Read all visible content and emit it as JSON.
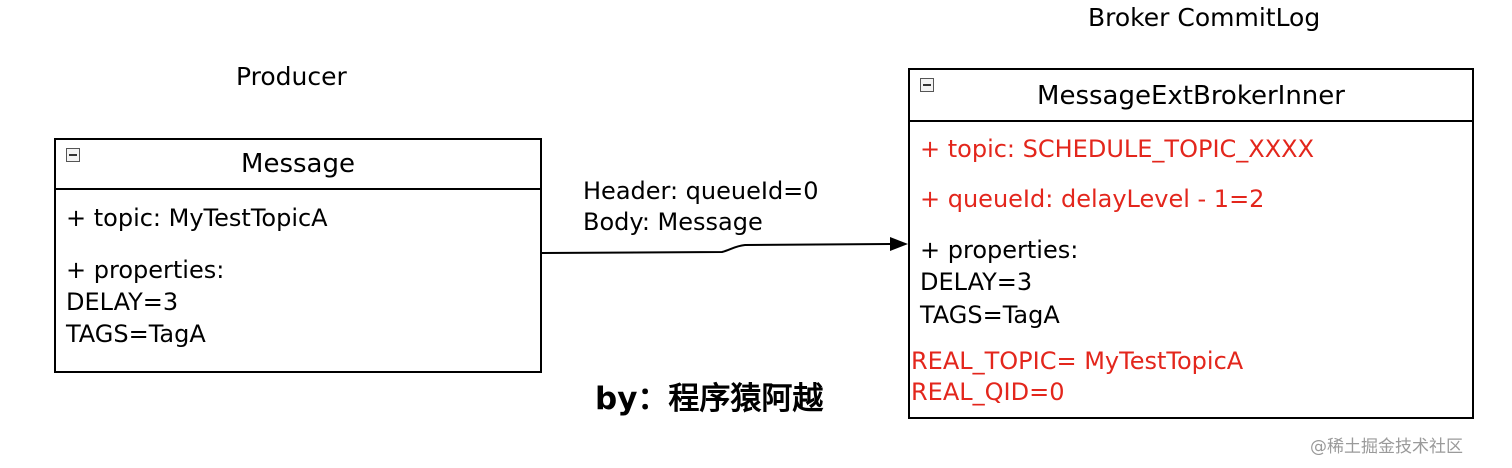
{
  "producer": {
    "title": "Producer",
    "class_name": "Message",
    "attributes": {
      "topic": "+ topic: MyTestTopicA",
      "properties_label": "+ properties:",
      "delay": "DELAY=3",
      "tags": "TAGS=TagA"
    }
  },
  "broker": {
    "title": "Broker CommitLog",
    "class_name": "MessageExtBrokerInner",
    "attributes": {
      "topic": "+ topic: SCHEDULE_TOPIC_XXXX",
      "queue_id": "+ queueId: delayLevel - 1=2",
      "properties_label": "+ properties:",
      "delay": "DELAY=3",
      "tags": "TAGS=TagA",
      "real_topic": "REAL_TOPIC= MyTestTopicA",
      "real_qid": "REAL_QID=0"
    }
  },
  "edge": {
    "header": "Header: queueId=0",
    "body": "Body: Message"
  },
  "author": "by：程序猿阿越",
  "watermark": "@稀土掘金技术社区",
  "colors": {
    "line": "#000000",
    "highlight": "#e3261c",
    "watermark": "#9a9a9a"
  }
}
